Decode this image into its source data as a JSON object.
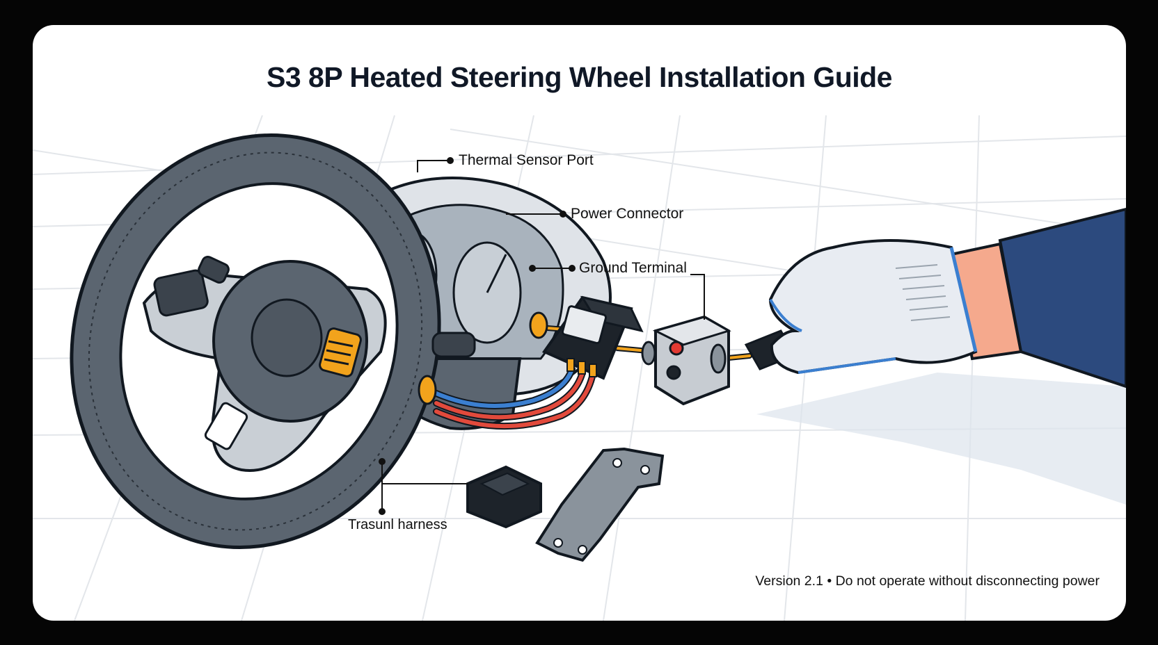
{
  "title": "S3 8P Heated Steering Wheel Installation Guide",
  "callouts": {
    "thermal_sensor_port": "Thermal Sensor Port",
    "power_connector": "Power Connector",
    "ground_terminal": "Ground Terminal",
    "harness": "Trasunl harness"
  },
  "footer": {
    "version": "Version 2.1",
    "separator": "•",
    "warning": "Do not operate without disconnecting power"
  },
  "colors": {
    "wheel_rim": "#5b6570",
    "outline": "#111820",
    "accent_orange": "#f2a31c",
    "wire_blue": "#3b7fd0",
    "wire_red": "#e24a3c",
    "button_red": "#e23a33",
    "sleeve_blue": "#2c4a7e",
    "glove": "#e8ecf2",
    "skin": "#f5a98d"
  },
  "icons": [
    "steering-wheel",
    "dashboard-cluster",
    "control-module",
    "connector-plug",
    "gloved-hand",
    "mounting-bracket",
    "heater-pad"
  ]
}
